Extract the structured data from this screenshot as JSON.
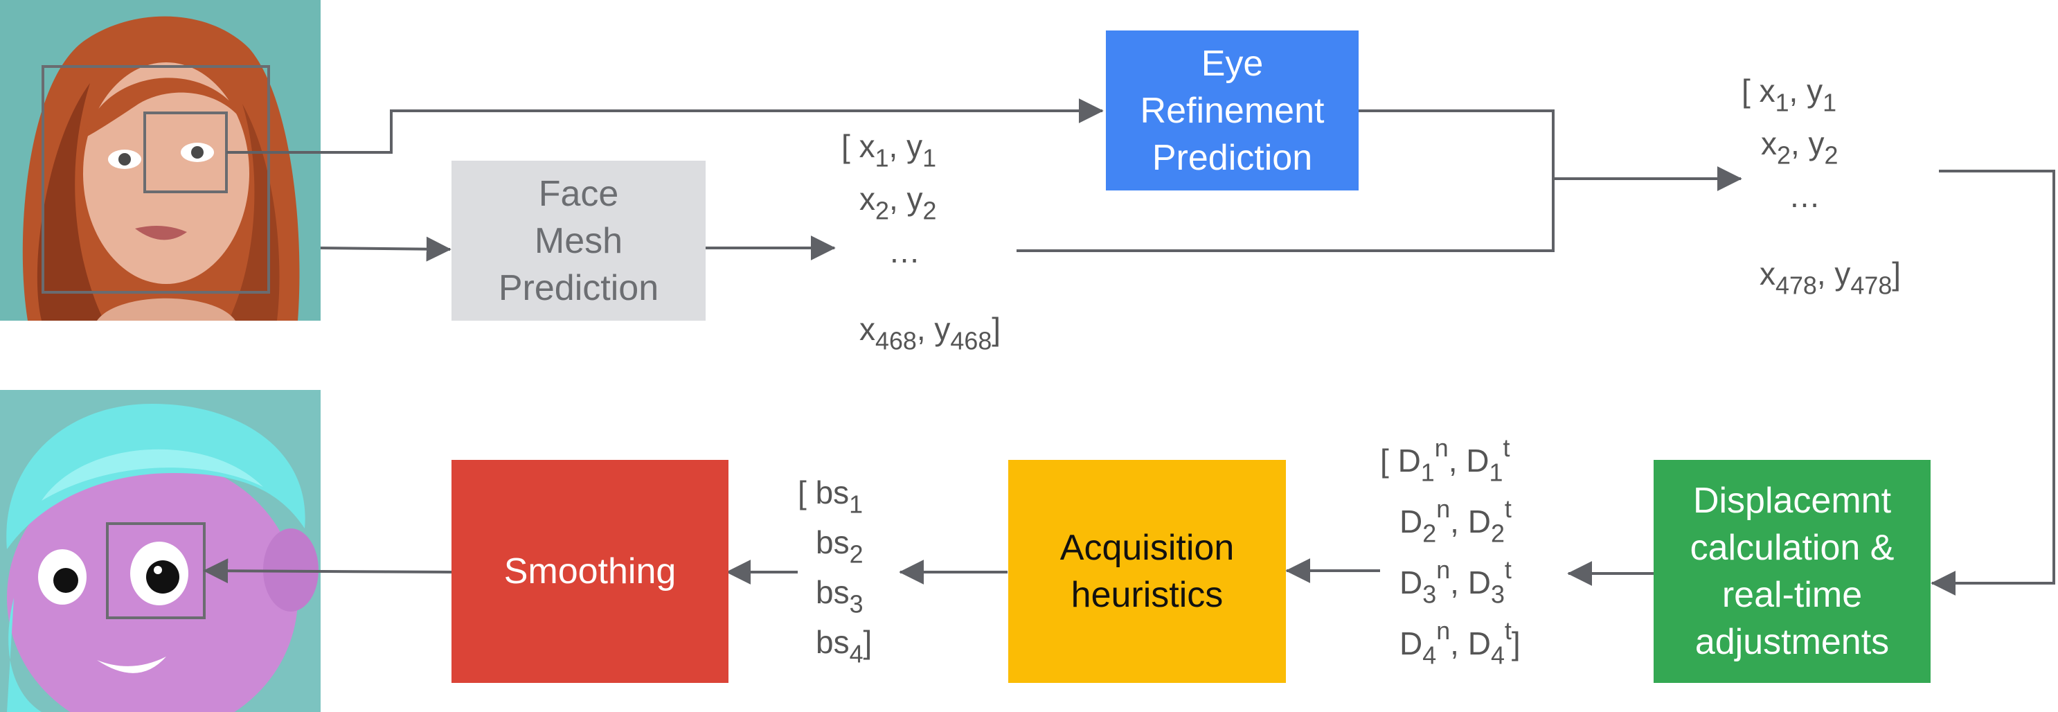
{
  "colors": {
    "face_mesh": "#dcdde0",
    "eye_refinement": "#4285f4",
    "displacement": "#34a853",
    "acquisition": "#fbbc05",
    "smoothing": "#db4437",
    "arrow": "#5f6166",
    "vector_text": "#555555"
  },
  "nodes": {
    "face_mesh": "Face\nMesh\nPrediction",
    "eye_refinement": "Eye\nRefinement\nPrediction",
    "displacement": "Displacemnt\ncalculation &\nreal-time\nadjustments",
    "acquisition": "Acquisition\nheuristics",
    "smoothing": "Smoothing"
  },
  "vectors": {
    "mesh_landmarks": {
      "ellipsis": "…",
      "lines": [
        {
          "open": "[ ",
          "a": "x",
          "as": "1",
          "b": "y",
          "bs": "1",
          "close": ""
        },
        {
          "open": "",
          "a": "x",
          "as": "2",
          "b": "y",
          "bs": "2",
          "close": ""
        },
        {
          "open": "",
          "a": "x",
          "as": "468",
          "b": "y",
          "bs": "468",
          "close": "]"
        }
      ]
    },
    "refined_landmarks": {
      "ellipsis": "…",
      "lines": [
        {
          "open": "[ ",
          "a": "x",
          "as": "1",
          "b": "y",
          "bs": "1",
          "close": ""
        },
        {
          "open": "",
          "a": "x",
          "as": "2",
          "b": "y",
          "bs": "2",
          "close": ""
        },
        {
          "open": "",
          "a": "x",
          "as": "478",
          "b": "y",
          "bs": "478",
          "close": "]"
        }
      ]
    },
    "displacements": [
      {
        "open": "[ ",
        "base": "D",
        "sub": "1",
        "sup_a": "n",
        "sup_b": "t",
        "close": ""
      },
      {
        "open": "",
        "base": "D",
        "sub": "2",
        "sup_a": "n",
        "sup_b": "t",
        "close": ""
      },
      {
        "open": "",
        "base": "D",
        "sub": "3",
        "sup_a": "n",
        "sup_b": "t",
        "close": ""
      },
      {
        "open": "",
        "base": "D",
        "sub": "4",
        "sup_a": "n",
        "sup_b": "t",
        "close": "]"
      }
    ],
    "blendshapes": [
      {
        "open": "[ ",
        "base": "bs",
        "sub": "1",
        "close": ""
      },
      {
        "open": "",
        "base": "bs",
        "sub": "2",
        "close": ""
      },
      {
        "open": "",
        "base": "bs",
        "sub": "3",
        "close": ""
      },
      {
        "open": "",
        "base": "bs",
        "sub": "4",
        "close": "]"
      }
    ]
  }
}
